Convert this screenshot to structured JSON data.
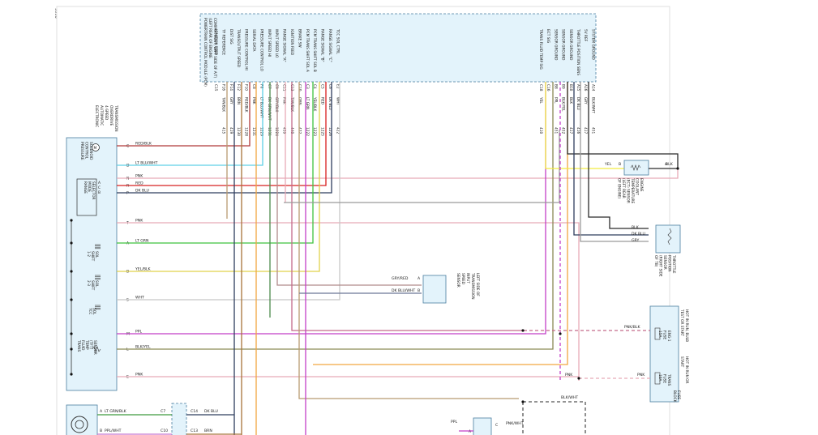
{
  "page": {
    "id_label": "9996"
  },
  "colors": {
    "RED/BLK": "#b03a3a",
    "LT BLU/WHT": "#5fd0e6",
    "PNK": "#e7aab6",
    "RED": "#d82020",
    "DK BLU": "#2e3d5e",
    "LT GRN": "#3fc23f",
    "YEL/BLK": "#e0d24a",
    "WHT": "#c8c8c8",
    "PPL": "#c23fc8",
    "BLK/YEL": "#8a8a55",
    "GRY/RED": "#b08a8a",
    "DK BLU/WHT": "#6c7898",
    "YEL": "#f2ec40",
    "BLK": "#2b2b2b",
    "GRY": "#9a9a9a",
    "TAN/BLK": "#b89a70",
    "BRN": "#a8743a",
    "PNK/BLK": "#c46a8a",
    "BLK/WHT": "#555555",
    "LT GRN/BLK": "#3f9a3f",
    "PPL/WHT": "#c878d0",
    "ORN": "#f2a640",
    "LT BLU": "#92d6e8",
    "DK GRN/WHT": "#4c8a4c",
    "GRY/BLK": "#7a7a7a",
    "BLK/BLU": "#3a4a6a",
    "RED/BLU": "#c03050",
    "YEL/BLU": "#d8c850",
    "TAN": "#d6bf8c",
    "BLU/WHT": "#7f9fd0",
    "BLK/BLU2": "#404a60"
  },
  "pcm": {
    "title_lines": [
      "POWERTRAIN CONTROL MODULE (PCM)",
      "(LEFT REAR OF ENGINE",
      "COMPARTMENT, LEFT SIDE OF A/T)"
    ],
    "left_pins": [
      {
        "label": "IGNITION FEED",
        "pin": "C15",
        "wire": "",
        "circ": ""
      },
      {
        "label": "TF REFERENCE",
        "pin": "F16",
        "wire": "TAN/BLK",
        "circ": "415"
      },
      {
        "label": "DIST SIG",
        "pin": "F14",
        "wire": "GRY",
        "circ": "419"
      },
      {
        "label": "TRANSOUTPUT SPEED",
        "pin": "F12",
        "wire": "BRN",
        "circ": "1230"
      },
      {
        "label": "PRESSURE CONTROL HI",
        "pin": "F10",
        "wire": "RED/BLK",
        "circ": "1228"
      },
      {
        "label": "SERIAL DATA",
        "pin": "C8",
        "wire": "PNK",
        "circ": "1231"
      },
      {
        "label": "PRESSURE CONTROL LO",
        "pin": "F8",
        "wire": "LT BLU/WHT",
        "circ": "1229"
      },
      {
        "label": "INPUT SPEED HI",
        "pin": "C7",
        "wire": "DK GRN/WHT",
        "circ": "1231"
      },
      {
        "label": "INPUT SPEED LO",
        "pin": "C9",
        "wire": "GRY/BLK",
        "circ": "1224"
      },
      {
        "label": "RANGE SIGNAL \"A\"",
        "pin": "C11",
        "wire": "PNK",
        "circ": "439"
      },
      {
        "label": "IGNITION FEED",
        "pin": "C13",
        "wire": "TAN/BLK",
        "circ": "440"
      },
      {
        "label": "BRAKE SW",
        "pin": "C10",
        "wire": "ORN",
        "circ": "422"
      },
      {
        "label": "PCM TRANS SHIFT SOL A",
        "pin": "C3",
        "wire": "LT GRN",
        "circ": "1222"
      },
      {
        "label": "PCM TRANS SHIFT SOL B",
        "pin": "C4",
        "wire": "YEL/BLK",
        "circ": "1223"
      },
      {
        "label": "RANGE SIGNAL \"B\"",
        "pin": "C5",
        "wire": "RED",
        "circ": "1225"
      },
      {
        "label": "RANGE SIGNAL \"C\"",
        "pin": "C6",
        "wire": "DK BLU",
        "circ": "1226"
      },
      {
        "label": "TCC SOL CTRL",
        "pin": "E2",
        "wire": "WHT",
        "circ": "422"
      }
    ],
    "right_pins": [
      {
        "label": "TRANS FLUID TEMP SIG",
        "pin": "C18",
        "wire": "YEL",
        "circ": "410"
      },
      {
        "label": "ECT SIG",
        "pin": "C16",
        "wire": "",
        "circ": ""
      },
      {
        "label": "SENSOR GROUND",
        "pin": "B8",
        "wire": "PPL",
        "circ": "451"
      },
      {
        "label": "SENSOR GROUND",
        "pin": "B9",
        "wire": "BLK/YEL",
        "circ": "452"
      },
      {
        "label": "SENSOR GROUND",
        "pin": "B10",
        "wire": "BLK",
        "circ": "417"
      },
      {
        "label": "THROTTLE POSITION SENS",
        "pin": "A15",
        "wire": "DK BLU",
        "circ": "416"
      },
      {
        "label": "5V REF",
        "pin": "A16",
        "wire": "GRY",
        "circ": "417"
      },
      {
        "label": "SYSTEM GROUND",
        "pin": "A14",
        "wire": "BLK/WHT",
        "circ": "451"
      }
    ]
  },
  "transmission": {
    "title_lines": [
      "ELECTRONIC",
      "AUTOMATIC",
      "4-SPEED",
      "OVERDRIVE",
      "TRANSMISSION"
    ],
    "comp_pcs": [
      "PRESSURE",
      "CONTROL",
      "SOLENOID"
    ],
    "comp_range": [
      "RANGE",
      "MODE",
      "SELECTOR"
    ],
    "comp_12": [
      "1-2",
      "SHIFT",
      "SOL"
    ],
    "comp_23": [
      "2-3",
      "SHIFT",
      "SOL"
    ],
    "comp_tcc": [
      "TCC",
      "SOL"
    ],
    "comp_tft": [
      "TRANS",
      "FLUID",
      "TEMP",
      "(TFT)",
      "SENSOR"
    ],
    "range_pins": [
      "A",
      "C",
      "B"
    ],
    "pins": [
      {
        "pin": "C",
        "wire": "RED/BLK"
      },
      {
        "pin": "D",
        "wire": "LT BLU/WHT"
      },
      {
        "pin": "N",
        "wire": "PNK"
      },
      {
        "pin": "R",
        "wire": "RED"
      },
      {
        "pin": "P",
        "wire": "DK BLU"
      },
      {
        "pin": "T",
        "wire": "PNK"
      },
      {
        "pin": "A",
        "wire": "LT GRN"
      },
      {
        "pin": "B",
        "wire": "YEL/BLK"
      },
      {
        "pin": "S",
        "wire": "WHT"
      },
      {
        "pin": "M",
        "wire": "PPL"
      },
      {
        "pin": "L",
        "wire": "BLK/YEL"
      },
      {
        "pin": "E",
        "wire": "PNK"
      }
    ]
  },
  "ect": {
    "title_lines": [
      "ENGINE",
      "COOLANT",
      "TEMPERATURE",
      "(ECT) SENSOR",
      "(LEFT REAR",
      "OF ENGINE)"
    ],
    "pin_left": "B",
    "pin_right": "A",
    "wire_left": "YEL",
    "wire_right": "BLK"
  },
  "tps": {
    "title_lines": [
      "THROTTLE",
      "POSITION",
      "SENSOR",
      "(RIGHT SIDE",
      "OF TB)"
    ],
    "wires": [
      "BLK",
      "DK BLU",
      "GRY"
    ]
  },
  "vss": {
    "title_lines": [
      "LEFT SIDE OF",
      "TRANSMISSION",
      "INPUT",
      "SPEED",
      "SENSOR"
    ],
    "pins": [
      {
        "pin": "A",
        "wire": "GRY/RED"
      },
      {
        "pin": "B",
        "wire": "DK BLU/WHT"
      }
    ]
  },
  "fuse": {
    "title_lines": [
      "HOT IN RUN, BULB",
      "TEST OR START"
    ],
    "title2_lines": [
      "HOT IN RUN OR",
      "START"
    ],
    "f1_lines": [
      "ENG-1",
      "FUSE",
      "15A"
    ],
    "f2_lines": [
      "TRANS",
      "FUSE",
      "10A"
    ],
    "f3_lines": [
      "FUSE",
      "BLOCK"
    ],
    "wire1": "PNK/BLK",
    "wire2": "PNK",
    "wire2b": "PNK"
  },
  "bottom": {
    "rows": [
      {
        "pin": "A",
        "wire": "LT GRN/BLK",
        "conn": "C7",
        "conn2": "C14",
        "wire2": "DK BLU"
      },
      {
        "pin": "B",
        "wire": "PPL/WHT",
        "conn": "C10",
        "conn2": "C13",
        "wire2": "BRN"
      }
    ],
    "blkwht": "BLK/WHT",
    "switch_wire_l": "PPL",
    "switch_wire_r": "PNK/WHT",
    "switch_pin_a": "A",
    "switch_pin_c": "C"
  }
}
